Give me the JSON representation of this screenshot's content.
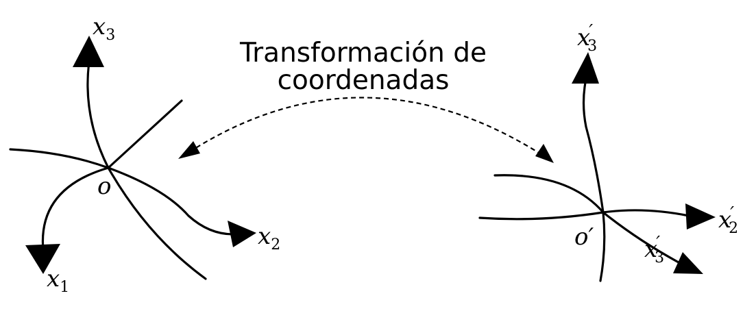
{
  "title": {
    "line1": "Transformación de",
    "line2": "coordenadas"
  },
  "left_system": {
    "origin": "o",
    "axis1": {
      "base": "x",
      "sub": "1"
    },
    "axis2": {
      "base": "x",
      "sub": "2"
    },
    "axis3": {
      "base": "x",
      "sub": "3"
    }
  },
  "right_system": {
    "origin": "o′",
    "axis1": {
      "base": "x",
      "sub": "3",
      "prime": "′"
    },
    "axis2": {
      "base": "x",
      "sub": "2",
      "prime": "′"
    },
    "axis3": {
      "base": "x",
      "sub": "3",
      "prime": "′"
    }
  }
}
